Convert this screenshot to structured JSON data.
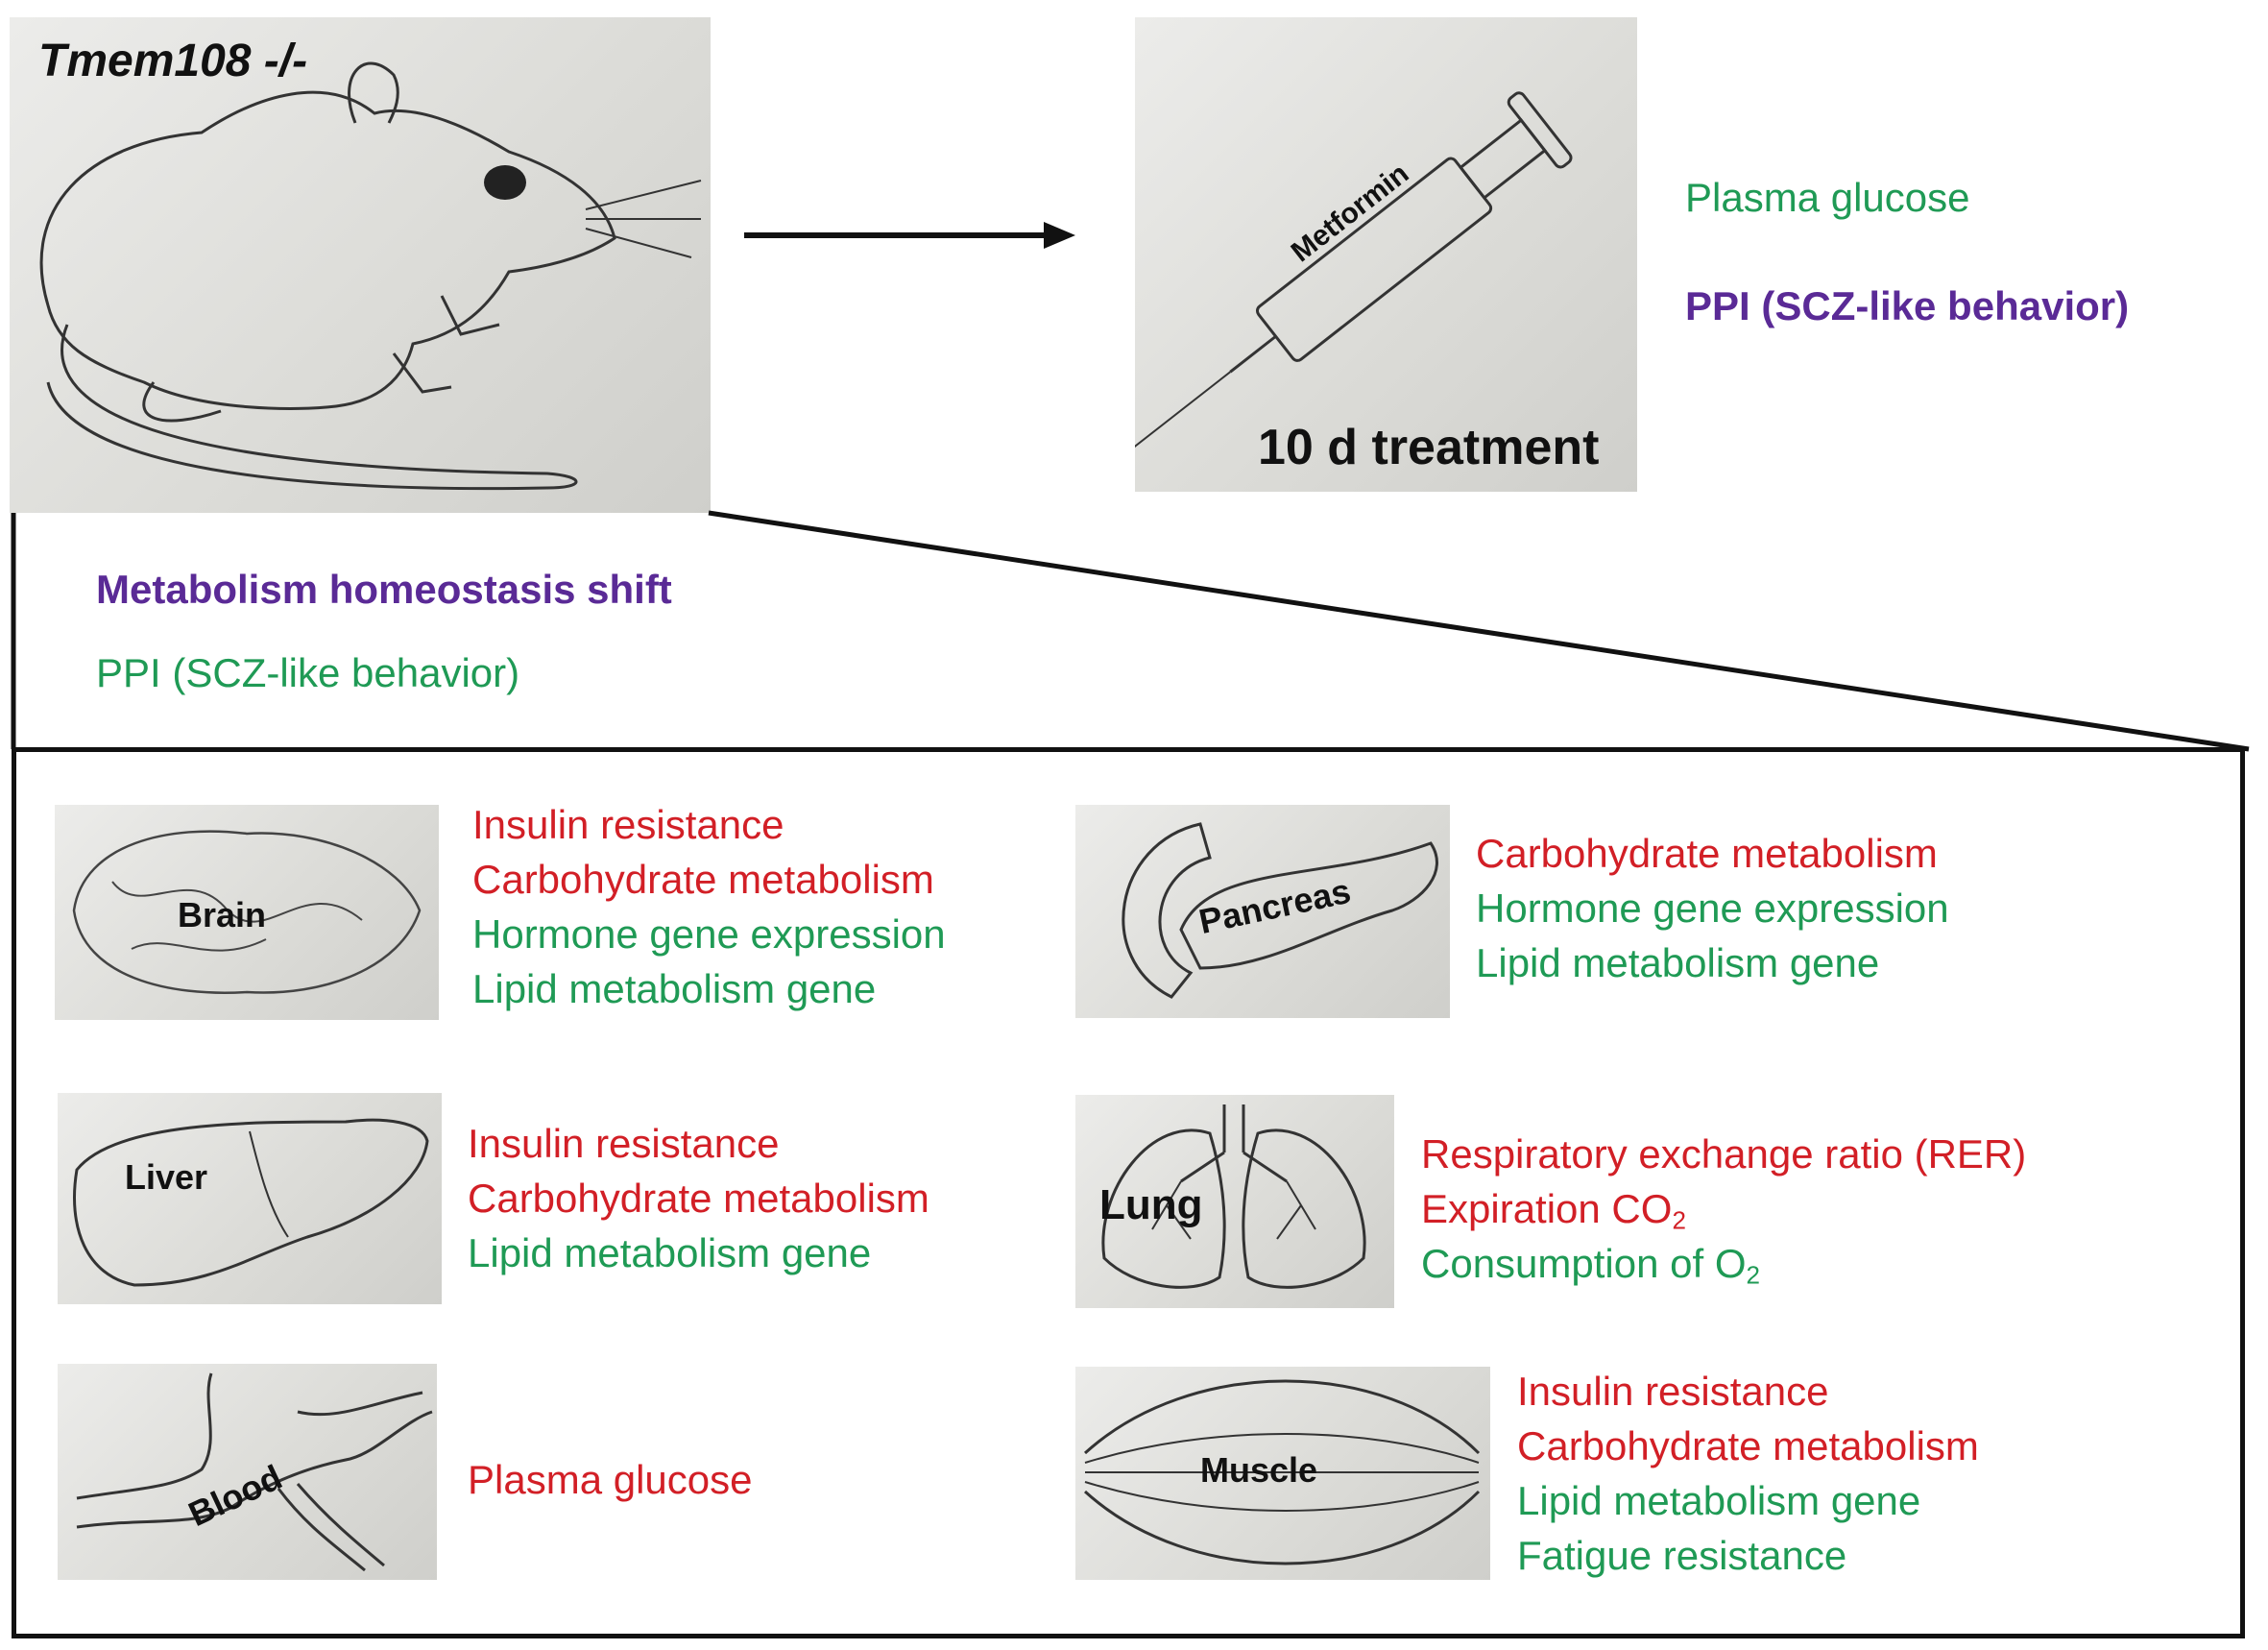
{
  "mouse": {
    "label": "Tmem108 -/-"
  },
  "treatment": {
    "syringe_label": "Metformin",
    "duration": "10 d treatment"
  },
  "outcomes": [
    {
      "text": "Plasma glucose",
      "color": "#1f9a55"
    },
    {
      "text": "PPI (SCZ-like behavior)",
      "color": "#5a2a96"
    }
  ],
  "phenotypes": [
    {
      "text": "Metabolism homeostasis shift",
      "color": "#5a2a96"
    },
    {
      "text": "PPI (SCZ-like behavior)",
      "color": "#1f9a55"
    }
  ],
  "organs": [
    {
      "name": "Brain",
      "items": [
        {
          "text": "Insulin resistance",
          "color": "#d21f26"
        },
        {
          "text": "Carbohydrate metabolism",
          "color": "#d21f26"
        },
        {
          "text": "Hormone gene expression",
          "color": "#1f9a55"
        },
        {
          "text": "Lipid metabolism gene",
          "color": "#1f9a55"
        }
      ]
    },
    {
      "name": "Pancreas",
      "items": [
        {
          "text": "Carbohydrate metabolism",
          "color": "#d21f26"
        },
        {
          "text": "Hormone gene expression",
          "color": "#1f9a55"
        },
        {
          "text": "Lipid metabolism gene",
          "color": "#1f9a55"
        }
      ]
    },
    {
      "name": "Liver",
      "items": [
        {
          "text": "Insulin resistance",
          "color": "#d21f26"
        },
        {
          "text": "Carbohydrate metabolism",
          "color": "#d21f26"
        },
        {
          "text": "Lipid metabolism gene",
          "color": "#1f9a55"
        }
      ]
    },
    {
      "name": "Lung",
      "items": [
        {
          "text": "Respiratory exchange ratio (RER)",
          "color": "#d21f26"
        },
        {
          "text": "Expiration CO",
          "sub": "2",
          "color": "#d21f26"
        },
        {
          "text": "Consumption of O",
          "sub": "2",
          "color": "#1f9a55"
        }
      ]
    },
    {
      "name": "Blood",
      "items": [
        {
          "text": "Plasma glucose",
          "color": "#d21f26"
        }
      ]
    },
    {
      "name": "Muscle",
      "items": [
        {
          "text": "Insulin resistance",
          "color": "#d21f26"
        },
        {
          "text": "Carbohydrate metabolism",
          "color": "#d21f26"
        },
        {
          "text": "Lipid metabolism gene",
          "color": "#1f9a55"
        },
        {
          "text": "Fatigue resistance",
          "color": "#1f9a55"
        }
      ]
    }
  ]
}
